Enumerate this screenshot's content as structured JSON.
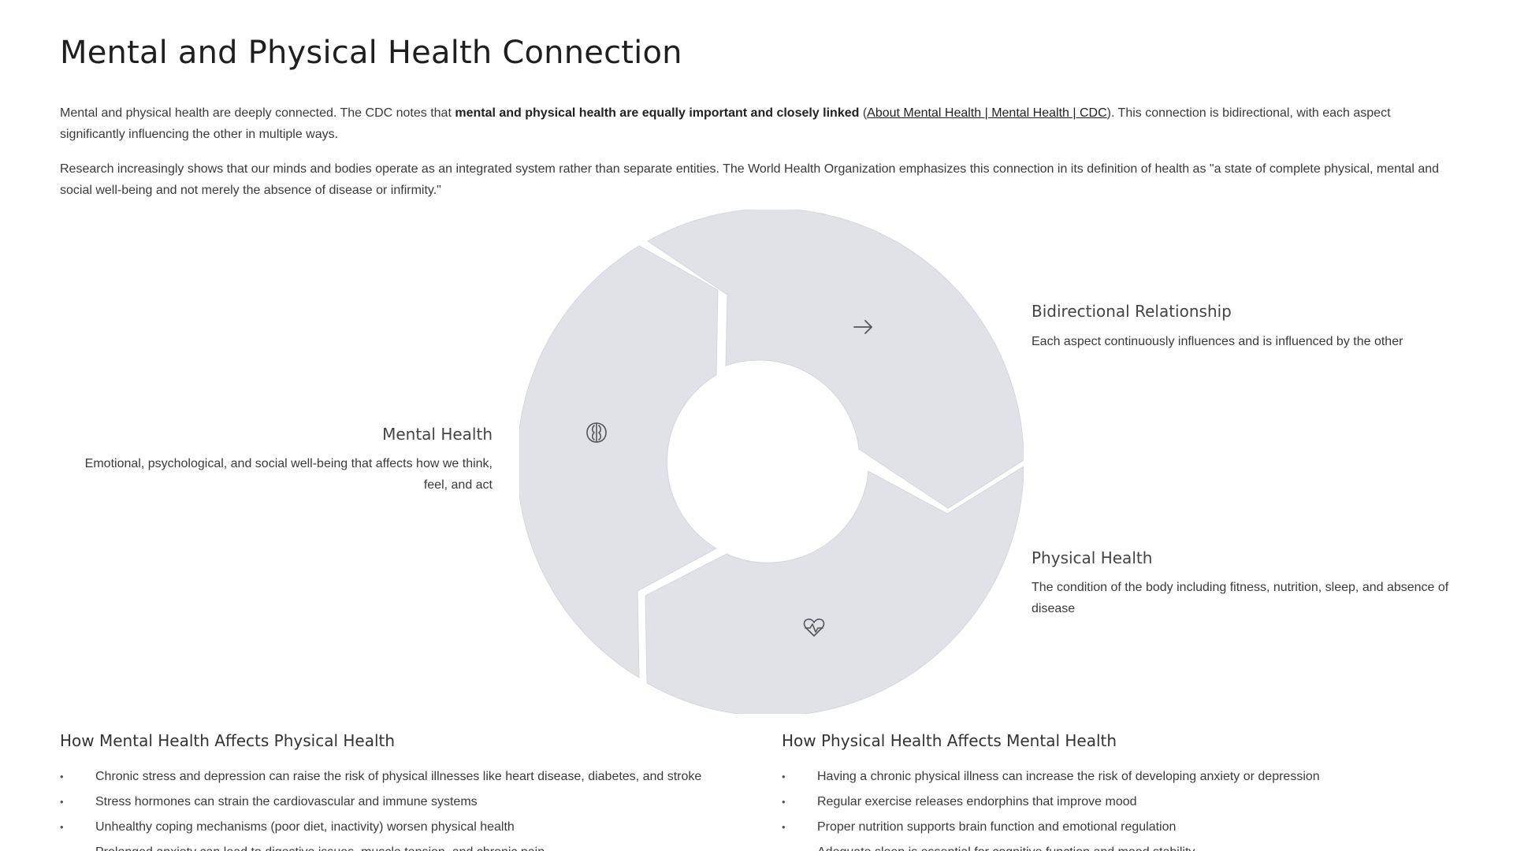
{
  "page": {
    "title": "Mental and Physical Health Connection"
  },
  "intro": {
    "p1_before": "Mental and physical health are deeply connected. The CDC notes that ",
    "p1_bold": "mental and physical health are equally important and closely linked",
    "p1_paren_open": " (",
    "p1_link": "About Mental Health | Mental Health | CDC",
    "p1_after": "). This connection is bidirectional, with each aspect significantly influencing the other in multiple ways.",
    "p2": "Research increasingly shows that our minds and bodies operate as an integrated system rather than separate entities. The World Health Organization emphasizes this connection in its definition of health as \"a state of complete physical, mental and social well-being and not merely the absence of disease or infirmity.\""
  },
  "cycle": {
    "segment_color": "#e1e2e8",
    "icon_color": "#555555",
    "nodes": [
      {
        "title": "Mental Health",
        "desc": "Emotional, psychological, and social well-being that affects how we think, feel, and act",
        "icon": "brain-icon"
      },
      {
        "title": "Bidirectional Relationship",
        "desc": "Each aspect continuously influences and is influenced by the other",
        "icon": "arrow-right-icon"
      },
      {
        "title": "Physical Health",
        "desc": "The condition of the body including fitness, nutrition, sleep, and absence of disease",
        "icon": "heartbeat-icon"
      }
    ]
  },
  "sections": {
    "mental_to_physical": {
      "heading": "How Mental Health Affects Physical Health",
      "items": [
        "Chronic stress and depression can raise the risk of physical illnesses like heart disease, diabetes, and stroke",
        "Stress hormones can strain the cardiovascular and immune systems",
        "Unhealthy coping mechanisms (poor diet, inactivity) worsen physical health",
        "Prolonged anxiety can lead to digestive issues, muscle tension, and chronic pain"
      ]
    },
    "physical_to_mental": {
      "heading": "How Physical Health Affects Mental Health",
      "items": [
        "Having a chronic physical illness can increase the risk of developing anxiety or depression",
        "Regular exercise releases endorphins that improve mood",
        "Proper nutrition supports brain function and emotional regulation",
        "Adequate sleep is essential for cognitive function and mood stability"
      ]
    }
  }
}
